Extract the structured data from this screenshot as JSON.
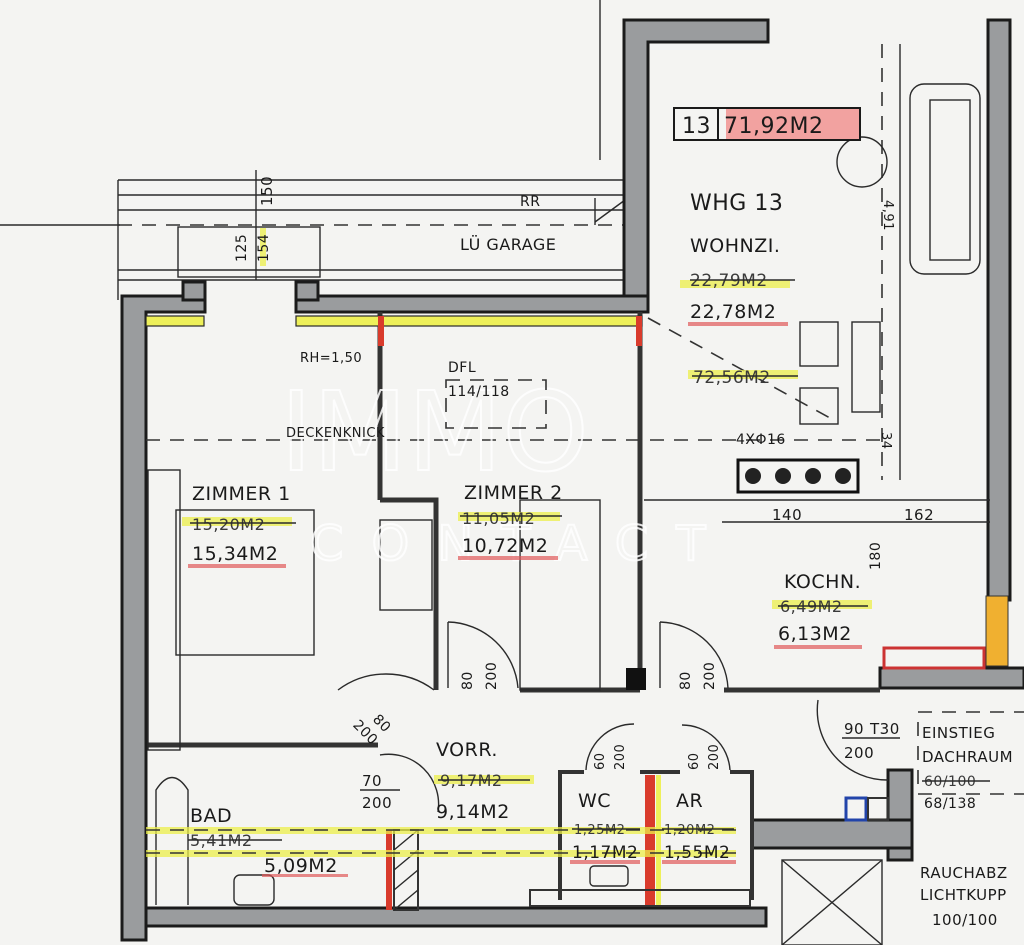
{
  "plan": {
    "unit_badge": {
      "number": "13",
      "area": "71,92M2",
      "highlight_color": "#f29a9a"
    },
    "apartment_label": "WHG 13",
    "rooms": [
      {
        "id": "wohnzi",
        "name": "WOHNZI.",
        "old_area": "22,79M2",
        "new_area": "22,78M2"
      },
      {
        "id": "zimmer1",
        "name": "ZIMMER 1",
        "old_area": "15,20M2",
        "new_area": "15,34M2"
      },
      {
        "id": "zimmer2",
        "name": "ZIMMER 2",
        "old_area": "11,05M2",
        "new_area": "10,72M2"
      },
      {
        "id": "kochn",
        "name": "KOCHN.",
        "old_area": "6,49M2",
        "new_area": "6,13M2"
      },
      {
        "id": "vorr",
        "name": "VORR.",
        "old_area": "9,17M2",
        "new_area": "9,14M2"
      },
      {
        "id": "bad",
        "name": "BAD",
        "old_area": "5,41M2",
        "new_area": "5,09M2"
      },
      {
        "id": "wc",
        "name": "WC",
        "old_area": "1,25M2",
        "new_area": "1,17M2"
      },
      {
        "id": "ar",
        "name": "AR",
        "old_area": "1,20M2",
        "new_area": "1,55M2"
      }
    ],
    "old_total": "72,56M2",
    "annotations": {
      "lu_garage": "LÜ GARAGE",
      "rr": "RR",
      "rh": "RH=1,50",
      "dfl": "DFL",
      "dfl_size": "114/118",
      "deckenknick": "DECKENKNICK",
      "stove": "4XΦ16",
      "einstieg_line1": "EINSTIEG",
      "einstieg_line2": "DACHRAUM",
      "einstieg_old": "60/100",
      "einstieg_new": "68/138",
      "rauch_line1": "RAUCHABZ",
      "rauch_line2": "LICHTKUPP",
      "rauch_size": "100/100"
    },
    "dimensions": {
      "top_150": "150",
      "top_125": "125",
      "top_154": "154",
      "d_491": "4,91",
      "d_34": "34",
      "d_140": "140",
      "d_162": "162",
      "d_180": "180"
    },
    "doors": [
      {
        "id": "door-zimmer1",
        "width": "80",
        "height": "200"
      },
      {
        "id": "door-zimmer2",
        "width": "80",
        "height": "200"
      },
      {
        "id": "door-kochn",
        "width": "80",
        "height": "200"
      },
      {
        "id": "door-bad",
        "width": "70",
        "height": "200"
      },
      {
        "id": "door-wc",
        "width": "60",
        "height": "200"
      },
      {
        "id": "door-ar",
        "width": "60",
        "height": "200"
      },
      {
        "id": "door-entry",
        "width": "90",
        "rating": "T30",
        "height": "200"
      }
    ],
    "watermark": {
      "line1": "IMMO",
      "line2": "CONTACT"
    }
  }
}
